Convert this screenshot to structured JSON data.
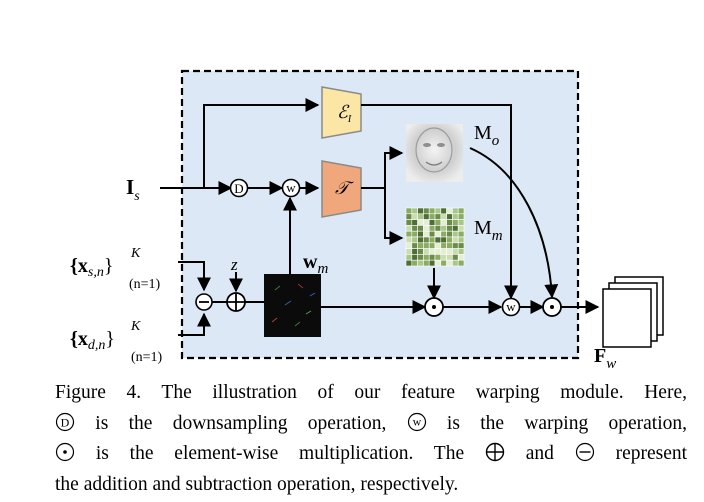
{
  "figure": {
    "labels": {
      "input_image": "I",
      "input_image_sub": "s",
      "source_kp": "{x",
      "source_kp_sub": "s,n",
      "source_kp_close": "}",
      "source_kp_sup": "K",
      "source_kp_range": "(n=1)",
      "driving_kp": "{x",
      "driving_kp_sub": "d,n",
      "driving_kp_close": "}",
      "driving_kp_sup": "K",
      "driving_kp_range": "(n=1)",
      "noise": "z",
      "warp_field": "w",
      "warp_field_sub": "m",
      "encoder": "ℰ",
      "encoder_sub": "I",
      "transform": "𝒯",
      "occlusion_mask": "M",
      "occlusion_mask_sub": "o",
      "motion_mask": "M",
      "motion_mask_sub": "m",
      "output": "F",
      "output_sub": "w",
      "downsample_op": "D",
      "warp_op": "w"
    },
    "colors": {
      "module_bg": "#dce8f5",
      "encoder_fill": "#fbe6a6",
      "transform_fill": "#f0a77c",
      "mask_green": "#6b8c48"
    }
  },
  "caption": {
    "line1": "Figure 4.  The illustration of our feature warping module.  Here,",
    "line2a": "is the downsampling operation,",
    "line2b": "is the warping operation,",
    "line3a": "is the element-wise multiplication.  The",
    "line3b": "and",
    "line3c": "represent",
    "line4": "the addition and subtraction operation, respectively.",
    "sym_downsample": "D",
    "sym_warp": "w"
  }
}
